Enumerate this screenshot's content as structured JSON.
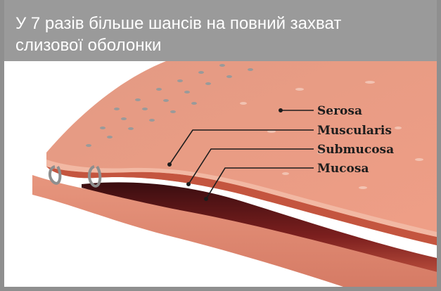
{
  "header": {
    "title_line1": "У 7 разів більше шансів на повний захват",
    "title_line2": "слизової оболонки"
  },
  "illustration": {
    "labels": {
      "serosa": "Serosa",
      "muscularis": "Muscularis",
      "submucosa": "Submucosa",
      "mucosa": "Mucosa"
    }
  },
  "colors": {
    "header_bg": "#9a9a9a",
    "header_text": "#ffffff",
    "tissue_top": "#e8a087",
    "tissue_dark": "#7a1c1c",
    "label_text": "#1d1d1d"
  }
}
